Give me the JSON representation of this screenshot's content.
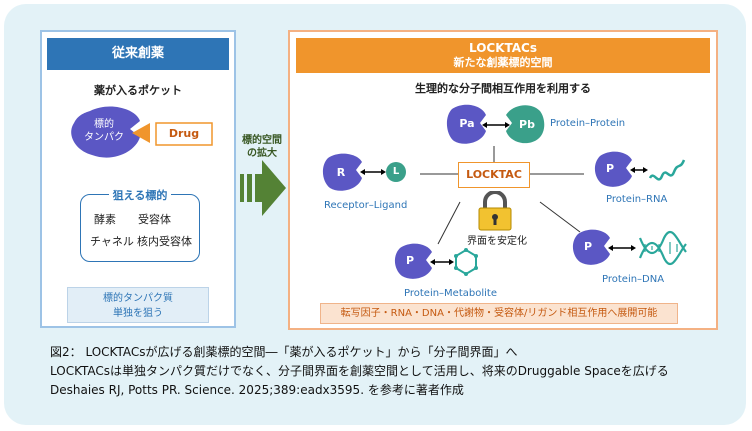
{
  "left": {
    "header": "従来創薬",
    "subtitle": "薬が入るポケット",
    "protein_label": "標的\nタンパク",
    "drug_label": "Drug",
    "targets_title": "狙える標的",
    "targets": [
      "酵素",
      "受容体",
      "チャネル",
      "核内受容体"
    ],
    "single_protein": "標的タンパク質\n単独を狙う"
  },
  "arrow": {
    "label": "標的空間\nの拡大"
  },
  "right": {
    "title": "LOCKTACs",
    "subtitle": "新たな創薬標的空間",
    "heading": "生理的な分子間相互作用を利用する",
    "center_label": "LOCKTAC",
    "lock_caption": "界面を安定化",
    "nodes": {
      "pp": {
        "a": "Pa",
        "b": "Pb",
        "label": "Protein–Protein"
      },
      "rl": {
        "a": "R",
        "b": "L",
        "label": "Receptor–Ligand"
      },
      "rna": {
        "a": "P",
        "label": "Protein–RNA"
      },
      "met": {
        "a": "P",
        "label": "Protein–Metabolite"
      },
      "dna": {
        "a": "P",
        "label": "Protein–DNA"
      }
    },
    "footer": "転写因子・RNA・DNA・代謝物・受容体/リガンド相互作用へ展開可能"
  },
  "caption": {
    "line1": "図2：  LOCKTACsが広げる創薬標的空間―「薬が入るポケット」から「分子間界面」へ",
    "line2": "LOCKTACsは単独タンパク質だけでなく、分子間界面を創薬空間として活用し、将来のDruggable Spaceを広げる",
    "line3": "Deshaies RJ, Potts PR. Science. 2025;389:eadx3595. を参考に著者作成"
  },
  "colors": {
    "protein": "#5b57c4",
    "accent_orange": "#f0952c",
    "blue": "#2e75b6",
    "arrow_green": "#548235",
    "lock": "#f2c230"
  }
}
